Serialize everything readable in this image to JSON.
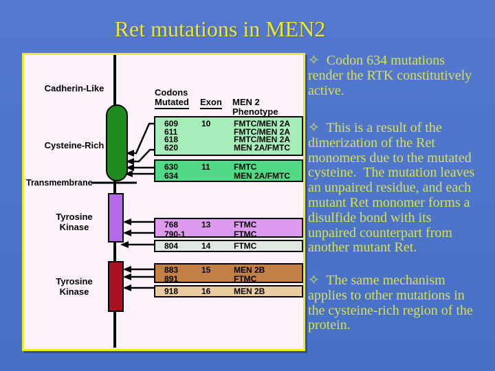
{
  "title": "Ret mutations in MEN2",
  "colors": {
    "background_top": "#5478ce",
    "background_bottom": "#4570c5",
    "panel_border": "#f0ec1c",
    "panel_bg": "#fcf3fa",
    "title_text": "#e6e83a",
    "body_text": "#d9e052",
    "cysteine_rich_green": "#1f8c1f",
    "tyrosine_kinase_purple": "#b46ae8",
    "tyrosine_kinase_red": "#a8131f"
  },
  "diagram": {
    "labels": {
      "cadherin_like": "Cadherin-Like",
      "cysteine_rich": "Cysteine-Rich",
      "transmembrane": "Transmembrane",
      "tyrosine_kinase_1": "Tyrosine\nKinase",
      "tyrosine_kinase_2": "Tyrosine\nKinase"
    },
    "table": {
      "headers": {
        "codons_line1": "Codons",
        "codons_line2": "Mutated",
        "exon": "Exon",
        "phenotype": "MEN 2 Phenotype"
      },
      "groups": [
        {
          "codons": "609\n611\n618\n620",
          "exon": "10",
          "phenotypes": "FMTC/MEN 2A\nFMTC/MEN 2A\nFMTC/MEN 2A\nMEN 2A/FMTC",
          "color": "#a7edba"
        },
        {
          "codons": "630\n634",
          "exon": "11",
          "phenotypes": "FMTC\nMEN 2A/FMTC",
          "color": "#52d986"
        },
        {
          "codons": "768\n790-1",
          "exon": "13",
          "phenotypes": "FTMC\nFTMC",
          "color": "#de9aef"
        },
        {
          "codons": "804",
          "exon": "14",
          "phenotypes": "FTMC",
          "color": "#dfe9e2"
        },
        {
          "codons": "883\n891",
          "exon": "15",
          "phenotypes": "MEN 2B\nFTMC",
          "color": "#c28045"
        },
        {
          "codons": "918",
          "exon": "16",
          "phenotypes": "MEN 2B",
          "color": "#e9cda1"
        }
      ]
    }
  },
  "bullets": [
    {
      "text": "✧  Codon 634 mutations\nrender the RTK constitutively\nactive."
    },
    {
      "text": "✧  This is a result of the\ndimerization of the Ret\nmonomers due to the mutated\ncysteine.  The mutation leaves\nan unpaired residue, and each\nmutant Ret monomer forms a\ndisulfide bond with its\nunpaired counterpart from\nanother mutant Ret."
    },
    {
      "text": "✧  The same mechanism\napplies to other mutations in\nthe cysteine-rich region of the\nprotein."
    }
  ]
}
